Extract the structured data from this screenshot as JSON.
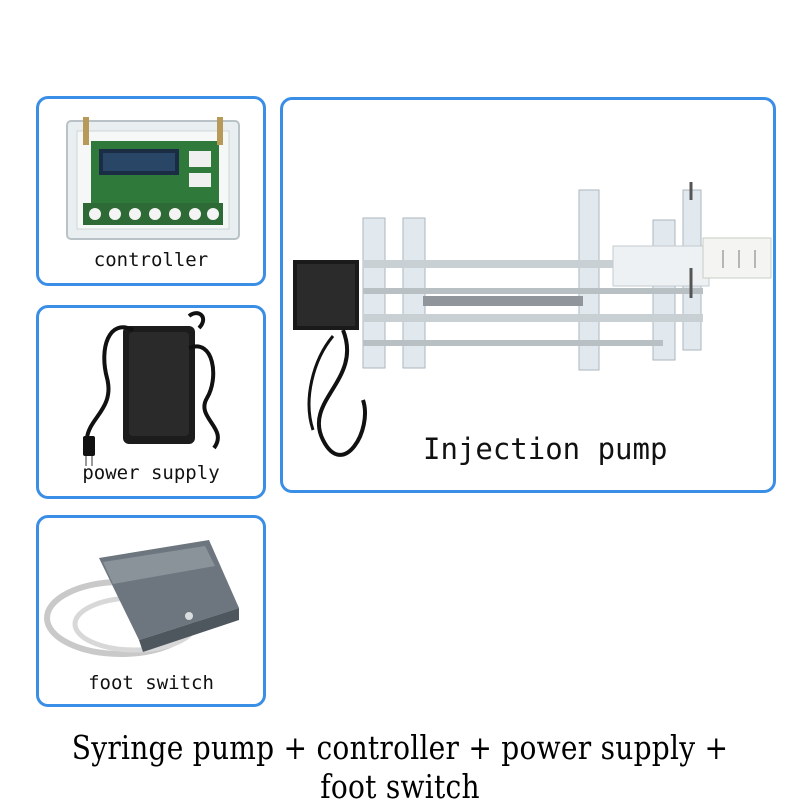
{
  "panels": {
    "controller": {
      "label": "controller"
    },
    "power_supply": {
      "label": "power supply"
    },
    "foot_switch": {
      "label": "foot switch"
    },
    "injection_pump": {
      "label": "Injection pump"
    }
  },
  "caption": "Syringe pump + controller + power supply + foot switch",
  "colors": {
    "panel_border": "#3a8ee6",
    "background": "#ffffff"
  }
}
